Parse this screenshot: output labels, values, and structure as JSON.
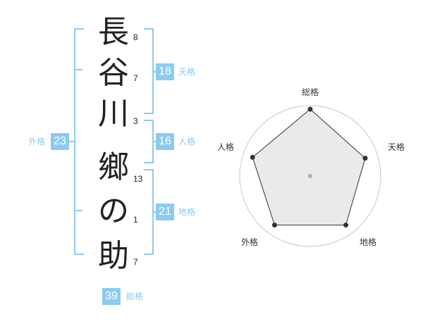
{
  "name": {
    "chars": [
      {
        "char": "長",
        "strokes": "8"
      },
      {
        "char": "谷",
        "strokes": "7"
      },
      {
        "char": "川",
        "strokes": "3"
      },
      {
        "char": "鄉",
        "strokes": "13"
      },
      {
        "char": "の",
        "strokes": "1"
      },
      {
        "char": "助",
        "strokes": "7"
      }
    ]
  },
  "kakusu": {
    "tenkaku": {
      "value": "18",
      "label": "天格"
    },
    "jinkaku": {
      "value": "16",
      "label": "人格"
    },
    "chikaku": {
      "value": "21",
      "label": "地格"
    },
    "gaikaku": {
      "value": "23",
      "label": "外格"
    },
    "soukaku": {
      "value": "39",
      "label": "総格"
    }
  },
  "colors": {
    "accent": "#8ccbf0",
    "text": "#222222",
    "radar_fill": "#e6e6e6",
    "radar_line": "#333333"
  },
  "chart_data": {
    "type": "radar",
    "axes": [
      "総格",
      "天格",
      "地格",
      "外格",
      "人格"
    ],
    "values": [
      0.95,
      0.82,
      0.86,
      0.86,
      0.86
    ],
    "rings": 5,
    "grid": true
  }
}
